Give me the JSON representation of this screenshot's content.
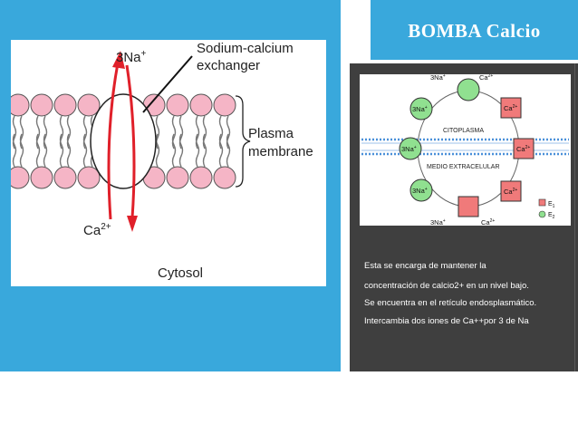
{
  "slide": {
    "title": "BOMBA  Calcio",
    "description": [
      "Esta se encarga de mantener la",
      "concentración de calcio2+ en un nivel bajo.",
      "Se encuentra en el retículo endosplasmático.",
      " Intercambia dos iones de Ca++por 3 de Na"
    ]
  },
  "exchanger_figure": {
    "ion_top": "3Na",
    "ion_top_sup": "+",
    "ion_bottom": "Ca",
    "ion_bottom_sup": "2+",
    "exchanger_label_line1": "Sodium-calcium",
    "exchanger_label_line2": "exchanger",
    "membrane_label_line1": "Plasma",
    "membrane_label_line2": "membrane",
    "cytosol_label": "Cytosol",
    "colors": {
      "arrow": "#e0202a",
      "lipid_head": "#f5b5c6"
    }
  },
  "cycle_figure": {
    "top_left": "3Na",
    "top_left_sup": "+",
    "top_right": "Ca",
    "top_right_sup": "2+",
    "bottom_left": "3Na",
    "bottom_left_sup": "+",
    "bottom_right": "Ca",
    "bottom_right_sup": "2+",
    "citoplasma_label": "CITOPLASMA",
    "extracelular_label": "MEDIO EXTRACELULAR",
    "node_na_1": "3Na",
    "node_na_1_sup": "+",
    "node_na_2": "3Na",
    "node_na_2_sup": "+",
    "node_na_3": "3Na",
    "node_na_3_sup": "+",
    "node_ca_1": "Ca",
    "node_ca_1_sup": "2+",
    "node_ca_2": "Ca",
    "node_ca_2_sup": "2+",
    "node_ca_3": "Ca",
    "node_ca_3_sup": "2+",
    "legend_e1": "E",
    "legend_e1_sub": "1",
    "legend_e2": "E",
    "legend_e2_sub": "2",
    "colors": {
      "e1": "#f07a7a",
      "e2": "#90e090",
      "membrane": "#4a90d9"
    }
  }
}
